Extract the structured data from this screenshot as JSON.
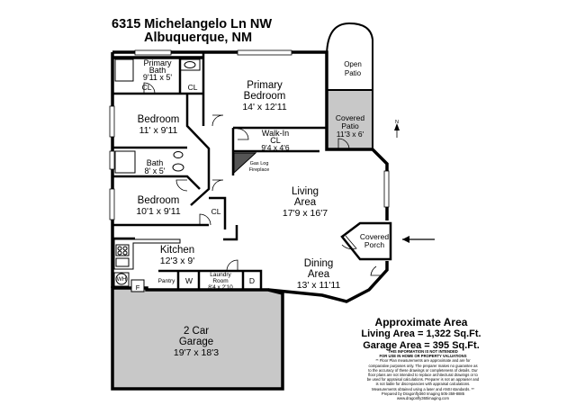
{
  "header": {
    "address_line1": "6315 Michelangelo Ln NW",
    "address_line2": "Albuquerque, NM"
  },
  "rooms": {
    "primary_bath": {
      "name": "Primary Bath",
      "name_line1": "Primary",
      "name_line2": "Bath",
      "dims": "9'11 x 5'"
    },
    "closet_1": {
      "name": "CL"
    },
    "closet_2": {
      "name": "CL"
    },
    "closet_3": {
      "name": "CL"
    },
    "primary_bedroom": {
      "name": "Primary Bedroom",
      "name_line1": "Primary",
      "name_line2": "Bedroom",
      "dims": "14' x 12'11"
    },
    "open_patio": {
      "name_line1": "Open",
      "name_line2": "Patio"
    },
    "covered_patio": {
      "name_line1": "Covered",
      "name_line2": "Patio",
      "dims": "11'3 x 6'"
    },
    "bedroom_1": {
      "name": "Bedroom",
      "dims": "11' x 9'11"
    },
    "walk_in_cl": {
      "name": "Walk-In",
      "name_line2": "CL",
      "dims": "9'4 x 4'6"
    },
    "fireplace": {
      "name_line1": "Gas Log",
      "name_line2": "Fireplace"
    },
    "bath": {
      "name": "Bath",
      "dims": "8' x 5'"
    },
    "living_area": {
      "name_line1": "Living",
      "name_line2": "Area",
      "dims": "17'9 x 16'7"
    },
    "bedroom_2": {
      "name": "Bedroom",
      "dims": "10'1 x 9'11"
    },
    "covered_porch": {
      "name_line1": "Covered",
      "name_line2": "Porch"
    },
    "kitchen": {
      "name": "Kitchen",
      "dims": "12'3 x 9'"
    },
    "dining_area": {
      "name_line1": "Dining",
      "name_line2": "Area",
      "dims": "13' x 11'11"
    },
    "water_heater": {
      "name": "WH"
    },
    "furnace": {
      "name": "F"
    },
    "pantry": {
      "name": "Pantry"
    },
    "washer": {
      "name": "W"
    },
    "laundry": {
      "name_line1": "Laundry",
      "name_line2": "Room",
      "dims": "8'4 x 2'10"
    },
    "dryer": {
      "name": "D"
    },
    "garage": {
      "name_line1": "2 Car",
      "name_line2": "Garage",
      "dims": "19'7 x 18'3"
    }
  },
  "area_summary": {
    "title": "Approximate Area",
    "living": "Living Area = 1,322 Sq.Ft.",
    "garage": "Garage Area = 395 Sq.Ft."
  },
  "disclaimer": {
    "line1": "THIS INFORMATION IS NOT INTENDED",
    "line2": "FOR USE IN HOME OR PROPERTY VALUATIONS",
    "line3": "** Floor Plan measurements are approximate and are for",
    "line4": "comparative purposes only. The preparer makes no guarantee as",
    "line5": "to the accuracy of these drawings or completeness of details. Our",
    "line6": "floor plans are not intended to replace architectural drawings or to",
    "line7": "be used for appraisal calculations. Preparer is not an appraiser and",
    "line8": "is not liable for discrepancies with appraisal calculations.",
    "line9": "Measurements obtained using a laser and ANSI standards. **",
    "line10": "Prepared by Dragonfly360 Imaging 505-359-8885",
    "line11": "www.dragonfly360imaging.com"
  },
  "compass": {
    "label": "N"
  },
  "colors": {
    "wall": "#000000",
    "garage_fill": "#c8c8c8",
    "patio_fill": "#c8c8c8",
    "floor": "#ffffff"
  }
}
